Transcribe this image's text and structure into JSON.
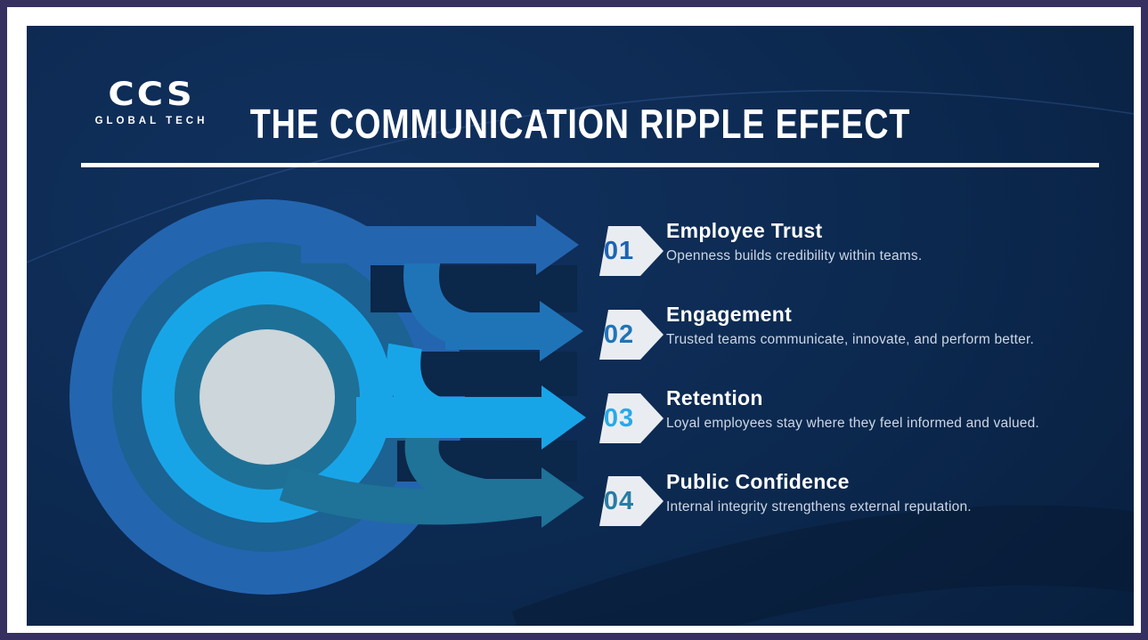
{
  "brand": {
    "name": "CCS",
    "tagline": "GLOBAL TECH"
  },
  "header": {
    "title": "THE COMMUNICATION RIPPLE EFFECT"
  },
  "items": [
    {
      "number": "01",
      "title": "Employee Trust",
      "description": "Openness builds credibility within teams.",
      "accent": "#1d64b2"
    },
    {
      "number": "02",
      "title": "Engagement",
      "description": "Trusted teams communicate, innovate, and perform better.",
      "accent": "#1f74b8"
    },
    {
      "number": "03",
      "title": "Retention",
      "description": "Loyal employees stay where they feel informed and valued.",
      "accent": "#28a9e8"
    },
    {
      "number": "04",
      "title": "Public Confidence",
      "description": "Internal integrity strengthens external reputation.",
      "accent": "#2a7ba3"
    }
  ],
  "graphic": {
    "type": "ripple-diagram",
    "ring_colors_outer_to_inner": [
      "#2465b0",
      "#1c6292",
      "#18a5e8",
      "#1f7096",
      "#cdd6da"
    ],
    "arrow_colors": [
      "#2465b0",
      "#1f74b8",
      "#18a5e8",
      "#1f7298"
    ],
    "badge_fill": "#e9edf1",
    "background_navy": "#0c2950",
    "frame_border": "#363061",
    "frame_mat": "#ffffff"
  }
}
